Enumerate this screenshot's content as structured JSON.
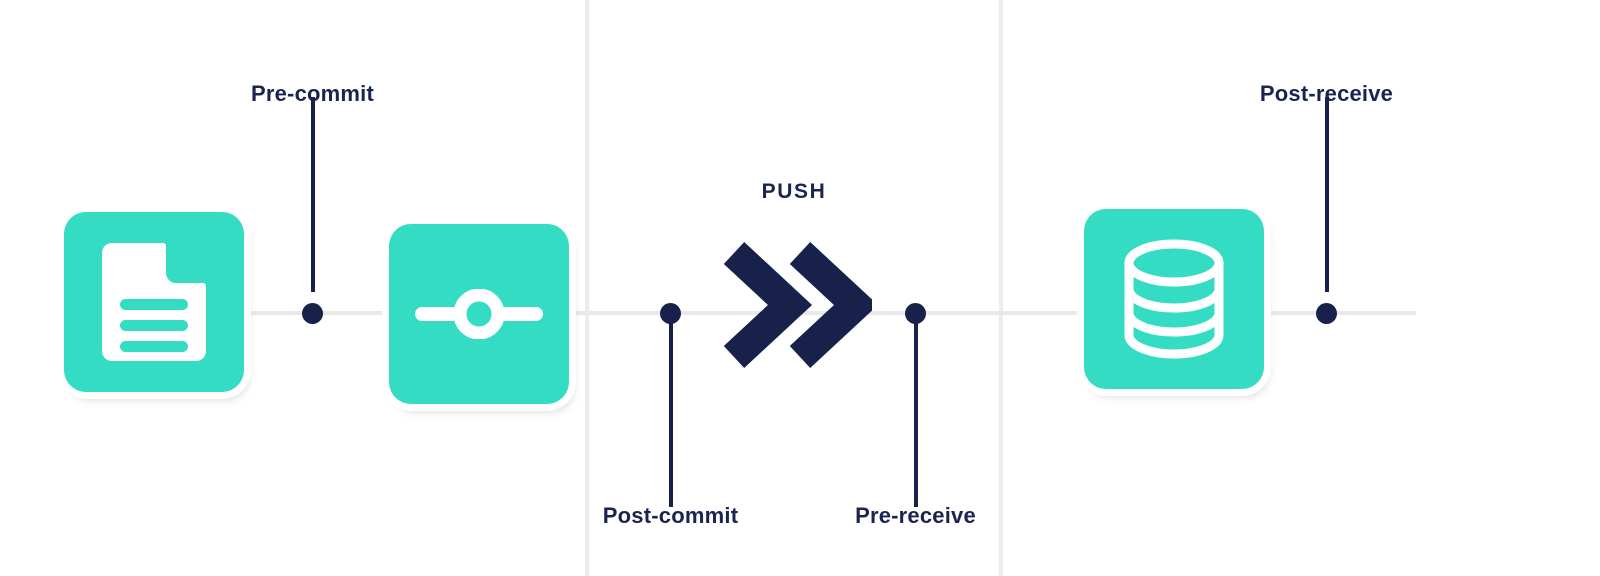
{
  "diagram": {
    "title": "Git hooks lifecycle",
    "colors": {
      "teal": "#35dcc4",
      "navy": "#17214a",
      "label_navy": "#1b2450",
      "timeline_gray": "#e9e9ea",
      "divider_gray": "#ececed",
      "background": "#ffffff"
    },
    "zones": [
      {
        "name": "working-directory"
      },
      {
        "name": "transport"
      },
      {
        "name": "remote-repository"
      }
    ],
    "nodes": [
      {
        "id": "document",
        "icon": "document-icon",
        "icon_label": "Document / working file"
      },
      {
        "id": "commit",
        "icon": "commit-node-icon",
        "icon_label": "Commit node"
      },
      {
        "id": "database",
        "icon": "database-icon",
        "icon_label": "Remote repository database"
      }
    ],
    "push": {
      "label": "PUSH",
      "icon": "double-chevron-right-icon"
    },
    "hooks": [
      {
        "id": "pre-commit",
        "label": "Pre-commit",
        "direction": "up"
      },
      {
        "id": "post-commit",
        "label": "Post-commit",
        "direction": "down"
      },
      {
        "id": "pre-receive",
        "label": "Pre-receive",
        "direction": "down"
      },
      {
        "id": "post-receive",
        "label": "Post-receive",
        "direction": "up"
      }
    ]
  }
}
